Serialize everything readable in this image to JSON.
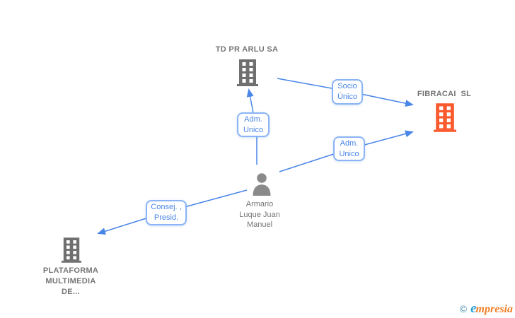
{
  "diagram": {
    "nodes": {
      "td_pr_arlu": {
        "name": "TD PR ARLU SA",
        "type": "company"
      },
      "fibracai": {
        "name": "FIBRACAI  SL",
        "type": "company"
      },
      "plataforma": {
        "name_lines": [
          "PLATAFORMA",
          "MULTIMEDIA",
          "DE..."
        ],
        "type": "company"
      },
      "person": {
        "name_lines": [
          "Armario",
          "Luque Juan",
          "Manuel"
        ],
        "type": "person"
      }
    },
    "relations": {
      "socio_unico": {
        "lines": [
          "Socio",
          "Único"
        ]
      },
      "adm_unico_td": {
        "lines": [
          "Adm.",
          "Unico"
        ]
      },
      "adm_unico_fibracai": {
        "lines": [
          "Adm.",
          "Unico"
        ]
      },
      "consej_presid": {
        "lines": [
          "Consej. ,",
          "Presid."
        ]
      }
    }
  },
  "footer": {
    "copyright_symbol": "©",
    "brand_initial": "e",
    "brand_rest": "mpresia"
  },
  "colors": {
    "edge": "#4a86e8",
    "box-border": "#8ab4f5",
    "box-text": "#4a86e8",
    "company-icon": "#6f6f6f",
    "company-icon-highlight": "#fb5a2e",
    "person-icon": "#8a8a8a",
    "label-text": "#757575",
    "logo-copyright": "#4a8fae",
    "logo-initial": "#2d9fd8",
    "logo-rest": "#f07f28"
  }
}
